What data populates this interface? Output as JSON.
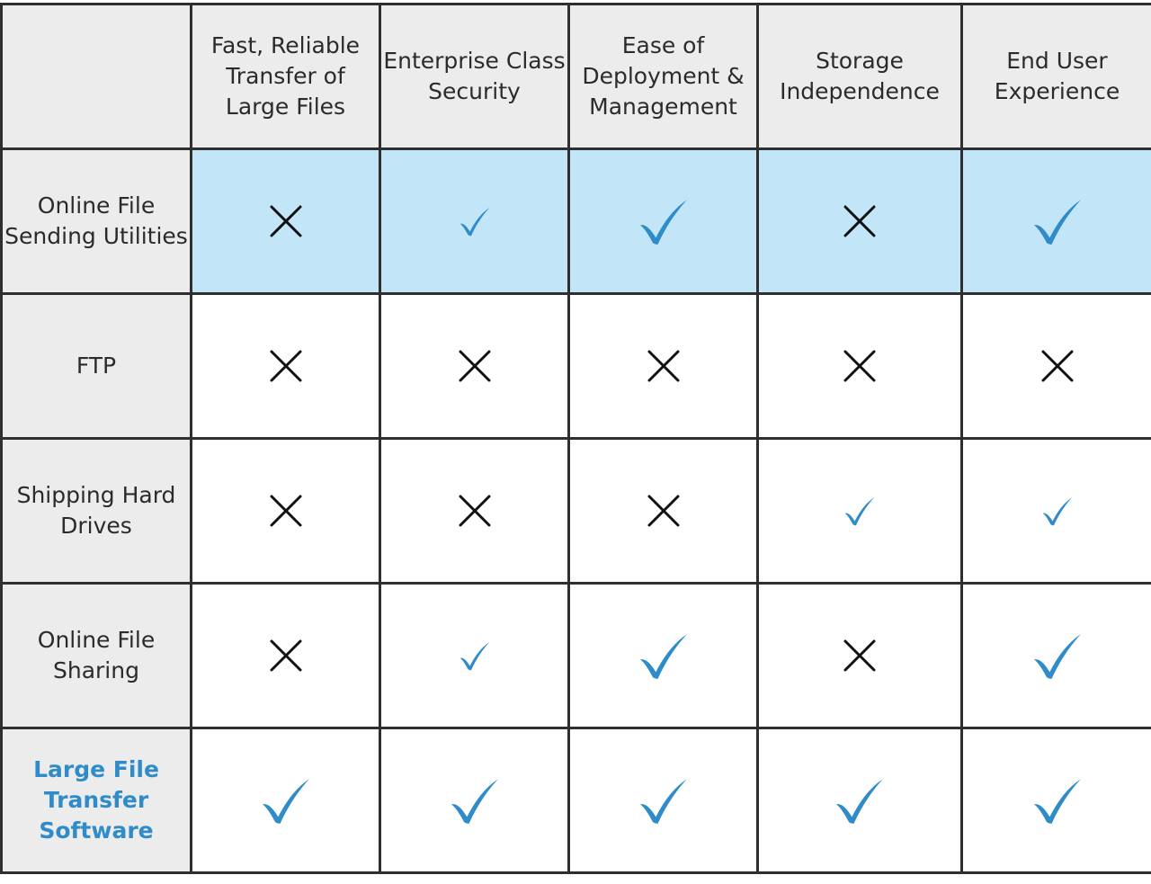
{
  "colors": {
    "header_bg": "#ececec",
    "highlight_row_bg": "#c2e6f8",
    "check": "#2f8cc9",
    "cross": "#111111",
    "grid_line": "#2f2f2f",
    "featured_text": "#2f8cc9"
  },
  "columns": [
    "Fast, Reliable Transfer of Large Files",
    "Enterprise Class Security",
    "Ease of Deployment & Management",
    "Storage Independence",
    "End User Experience"
  ],
  "rows": [
    {
      "label": "Online File Sending Utilities",
      "highlight": true,
      "featured": false,
      "cells": [
        "cross",
        "check-small",
        "check-large",
        "cross",
        "check-large"
      ]
    },
    {
      "label": "FTP",
      "highlight": false,
      "featured": false,
      "cells": [
        "cross",
        "cross",
        "cross",
        "cross",
        "cross"
      ]
    },
    {
      "label": "Shipping Hard Drives",
      "highlight": false,
      "featured": false,
      "cells": [
        "cross",
        "cross",
        "cross",
        "check-small",
        "check-small"
      ]
    },
    {
      "label": "Online File Sharing",
      "highlight": false,
      "featured": false,
      "cells": [
        "cross",
        "check-small",
        "check-large",
        "cross",
        "check-large"
      ]
    },
    {
      "label": "Large File Transfer Software",
      "highlight": false,
      "featured": true,
      "cells": [
        "check-large",
        "check-large",
        "check-large",
        "check-large",
        "check-large"
      ]
    }
  ],
  "icons": {
    "cross": "x-mark-icon",
    "check-small": "small-checkmark-icon",
    "check-large": "large-checkmark-icon"
  }
}
